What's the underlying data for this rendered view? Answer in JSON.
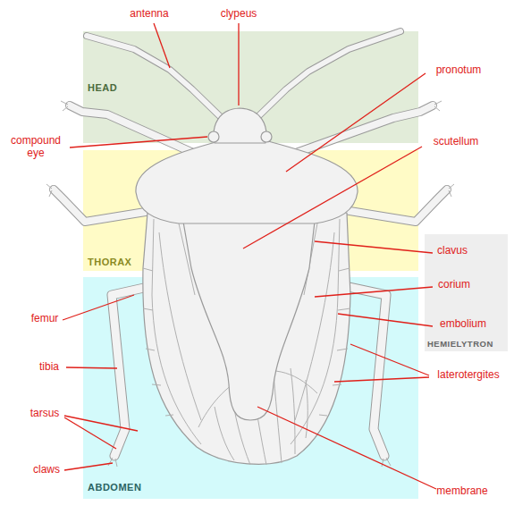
{
  "diagram": {
    "nodes": [
      {
        "text": [
          "HEAD"
        ]
      },
      {
        "text": [
          "THORAX"
        ]
      },
      {
        "text": [
          "HEMIELYTRON"
        ]
      },
      {
        "text": [
          "ABDOMEN"
        ]
      }
    ],
    "labels": [
      "antenna",
      "clypeus",
      "compound eye",
      "pronotum",
      "scutellum",
      "clavus",
      "corium",
      "embolium",
      "femur",
      "tibia",
      "laterotergites",
      "tarsus",
      "claws",
      "membrane"
    ]
  }
}
